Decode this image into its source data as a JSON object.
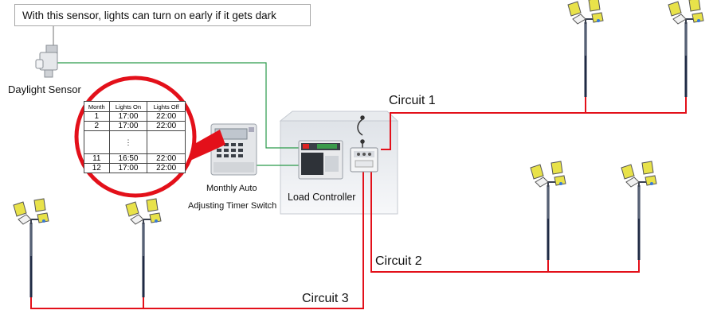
{
  "callout": {
    "text": "With this sensor, lights can turn on early if it gets dark"
  },
  "labels": {
    "daylight_sensor": "Daylight Sensor",
    "timer_line1": "Monthly Auto",
    "timer_line2": "Adjusting Timer Switch",
    "load_controller": "Load Controller",
    "circuit1": "Circuit 1",
    "circuit2": "Circuit 2",
    "circuit3": "Circuit 3"
  },
  "schedule": {
    "headers": [
      "Month",
      "Lights On",
      "Lights Off"
    ],
    "rows": [
      [
        "1",
        "17:00",
        "22:00"
      ],
      [
        "2",
        "17:00",
        "22:00"
      ],
      [
        "11",
        "16:50",
        "22:00"
      ],
      [
        "12",
        "17:00",
        "22:00"
      ]
    ],
    "ellipsis": "⋮"
  },
  "colors": {
    "circuit_wire": "#e3101a",
    "signal_wire": "#2a9a4a",
    "magnifier_ring": "#e3101a",
    "lamp_head": "#e8e24a",
    "pole": "#1f2a44"
  },
  "icons": [
    "daylight-sensor-icon",
    "timer-switch-icon",
    "load-controller-icon",
    "contactor-icon",
    "light-pole-icon",
    "fuse-icon"
  ]
}
